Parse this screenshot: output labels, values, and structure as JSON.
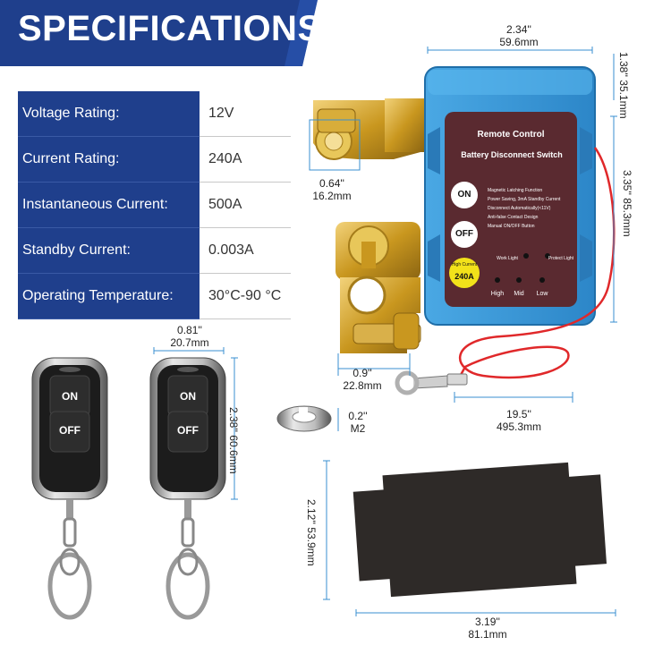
{
  "title": "SPECIFICATIONS",
  "specs": [
    {
      "label": "Voltage Rating:",
      "value": "12V"
    },
    {
      "label": "Current Rating:",
      "value": "240A"
    },
    {
      "label": "Instantaneous Current:",
      "value": "500A"
    },
    {
      "label": "Standby Current:",
      "value": "0.003A"
    },
    {
      "label": "Operating Temperature:",
      "value": "30°C-90 °C"
    }
  ],
  "device": {
    "header1": "Remote Control",
    "header2": "Battery Disconnect Switch",
    "on": "ON",
    "off": "OFF",
    "high_current_label": "High Current",
    "high_current_value": "240A",
    "features": [
      "Magnetic Latching Function",
      "Power Saving, 3mA Standby Current",
      "Disconnect Automatically(<11V)",
      "Anti-false Contact Design",
      "Manual ON/OFF Button"
    ],
    "work_light": "Work Light",
    "protect_light": "Protect Light",
    "levels": [
      "High",
      "Mid",
      "Low"
    ]
  },
  "remote": {
    "on": "ON",
    "off": "OFF"
  },
  "dimensions": {
    "box_width": {
      "in": "2.34''",
      "mm": "59.6mm"
    },
    "box_depth": {
      "in": "1.38''",
      "mm": "35.1mm"
    },
    "box_height": {
      "in": "3.35''",
      "mm": "85.3mm"
    },
    "post_diameter": {
      "in": "0.64''",
      "mm": "16.2mm"
    },
    "clamp_width": {
      "in": "0.9''",
      "mm": "22.8mm"
    },
    "cable_length": {
      "in": "19.5''",
      "mm": "495.3mm"
    },
    "remote_width": {
      "in": "0.81''",
      "mm": "20.7mm"
    },
    "remote_height": {
      "in": "2.38''",
      "mm": "60.6mm"
    },
    "washer": {
      "in": "0.2''",
      "mm": "M2"
    },
    "pad_height": {
      "in": "2.12''",
      "mm": "53.9mm"
    },
    "pad_width": {
      "in": "3.19''",
      "mm": "81.1mm"
    }
  },
  "colors": {
    "banner": "#1f3f8c",
    "box": "#3a9ad9",
    "panel": "#5a2a30",
    "brass": "#d4a836",
    "pad": "#2e2a28",
    "wire": "#e0282a",
    "dimension_line": "#3a8fd0"
  }
}
